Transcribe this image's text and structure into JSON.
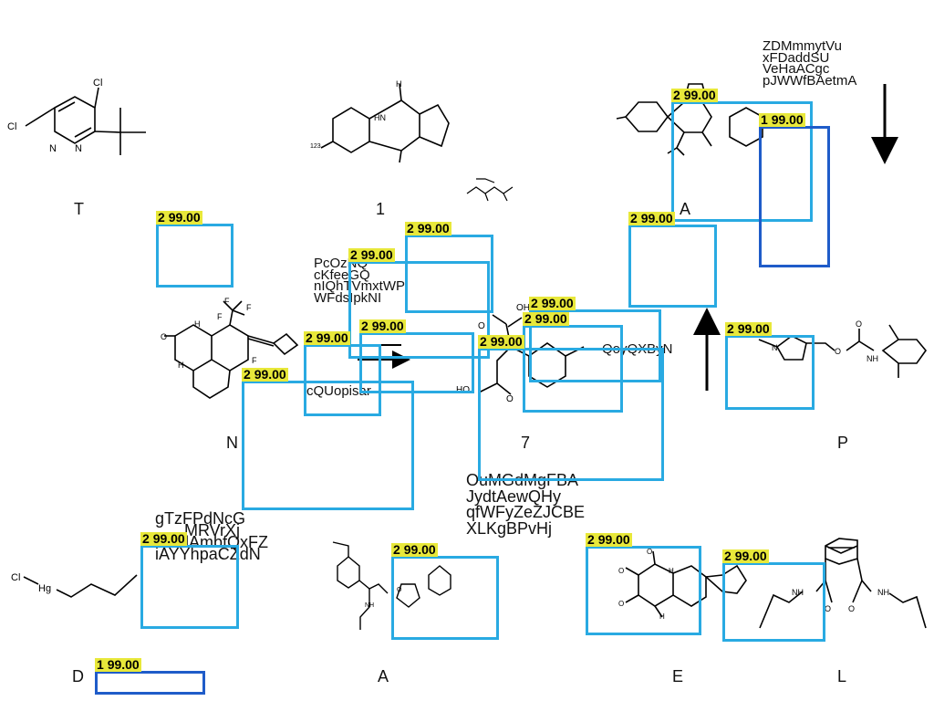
{
  "grid_labels": [
    "T",
    "1",
    "A",
    "N",
    "7",
    "P",
    "D",
    "A",
    "E",
    "L"
  ],
  "text_blocks": {
    "top_right": [
      "ZDMmmytVu",
      "xFDaddSU",
      "VeHaACgc",
      "pJWWfBAetmA"
    ],
    "mid_left": [
      "PcOzNQ",
      "cKfeeGQ",
      "nIQhTVmxtWP",
      "WFdsIpkNI"
    ],
    "single_left": "cQUopisar",
    "single_right": "QoyQXByN",
    "center_bottom": [
      "OuMGdMgFBA",
      "JydtAewQHy",
      "qfWFyZeZJCBE",
      "XLKgBPvHj"
    ],
    "bottom_left": [
      "gTzFPdNcG",
      "MRVrXj",
      "fNsdAmbfQxFZ",
      "iAYYhpaCZdN"
    ]
  },
  "detections": [
    {
      "class": "2",
      "score": "99.00",
      "color": "#29aae2"
    },
    {
      "class": "1",
      "score": "99.00",
      "color": "#1f5cc9"
    },
    {
      "class": "2",
      "score": "99.00",
      "color": "#29aae2"
    },
    {
      "class": "2",
      "score": "99.00",
      "color": "#29aae2"
    },
    {
      "class": "2",
      "score": "99.00",
      "color": "#29aae2"
    },
    {
      "class": "2",
      "score": "99.00",
      "color": "#29aae2"
    },
    {
      "class": "2",
      "score": "99.00",
      "color": "#29aae2"
    },
    {
      "class": "2",
      "score": "99.00",
      "color": "#29aae2"
    },
    {
      "class": "2",
      "score": "99.00",
      "color": "#29aae2"
    },
    {
      "class": "2",
      "score": "99.00",
      "color": "#29aae2"
    },
    {
      "class": "2",
      "score": "99.00",
      "color": "#29aae2"
    },
    {
      "class": "2",
      "score": "99.00",
      "color": "#29aae2"
    },
    {
      "class": "2",
      "score": "99.00",
      "color": "#29aae2"
    },
    {
      "class": "2",
      "score": "99.00",
      "color": "#29aae2"
    },
    {
      "class": "2",
      "score": "99.00",
      "color": "#29aae2"
    },
    {
      "class": "2",
      "score": "99.00",
      "color": "#29aae2"
    },
    {
      "class": "2",
      "score": "99.00",
      "color": "#29aae2"
    },
    {
      "class": "2",
      "score": "99.00",
      "color": "#29aae2"
    },
    {
      "class": "1",
      "score": "99.00",
      "color": "#1f5cc9"
    }
  ],
  "atoms": {
    "cl": "Cl",
    "n": "N",
    "hn": "HN",
    "h": "H",
    "o": "O",
    "oh": "OH",
    "ho": "HO",
    "f": "F",
    "hg": "Hg",
    "nh": "NH",
    "iso": "123"
  }
}
